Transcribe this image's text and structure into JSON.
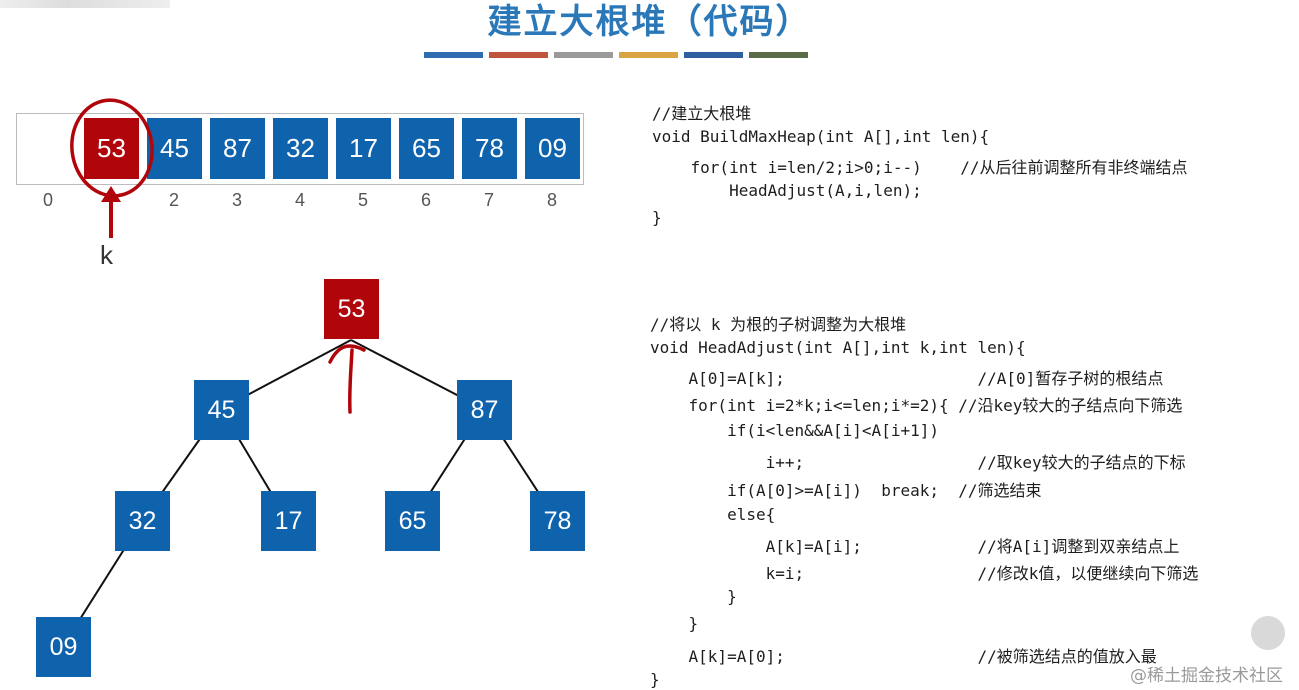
{
  "title": "建立大根堆（代码）",
  "title_underline_colors": [
    "#2e6bb0",
    "#c0543c",
    "#9a9a9a",
    "#d9a441",
    "#2f5f9e",
    "#5a6b4a"
  ],
  "array": {
    "cells": [
      "",
      "53",
      "45",
      "87",
      "32",
      "17",
      "65",
      "78",
      "09"
    ],
    "indices": [
      "0",
      "",
      "2",
      "3",
      "4",
      "5",
      "6",
      "7",
      "8"
    ],
    "highlight_index": 1,
    "pointer_label": "k"
  },
  "tree": {
    "nodes": [
      "53",
      "45",
      "87",
      "32",
      "17",
      "65",
      "78",
      "09"
    ],
    "root_color": "#b0060b",
    "node_color": "#0f63ad"
  },
  "code_block_1": [
    "//建立大根堆",
    "void BuildMaxHeap(int A[],int len){",
    "    for(int i=len/2;i>0;i--)    //从后往前调整所有非终端结点",
    "        HeadAdjust(A,i,len);",
    "}"
  ],
  "code_block_2": [
    "//将以 k 为根的子树调整为大根堆",
    "void HeadAdjust(int A[],int k,int len){",
    "    A[0]=A[k];                    //A[0]暂存子树的根结点",
    "    for(int i=2*k;i<=len;i*=2){ //沿key较大的子结点向下筛选",
    "        if(i<len&&A[i]<A[i+1])",
    "            i++;                  //取key较大的子结点的下标",
    "        if(A[0]>=A[i])  break;  //筛选结束",
    "        else{",
    "            A[k]=A[i];            //将A[i]调整到双亲结点上",
    "            k=i;                  //修改k值，以便继续向下筛选",
    "        }",
    "    }",
    "    A[k]=A[0];                    //被筛选结点的值放入最",
    "}"
  ],
  "watermark": "@稀土掘金技术社区",
  "icons": [
    "play-icon",
    "arrow-up-icon"
  ]
}
